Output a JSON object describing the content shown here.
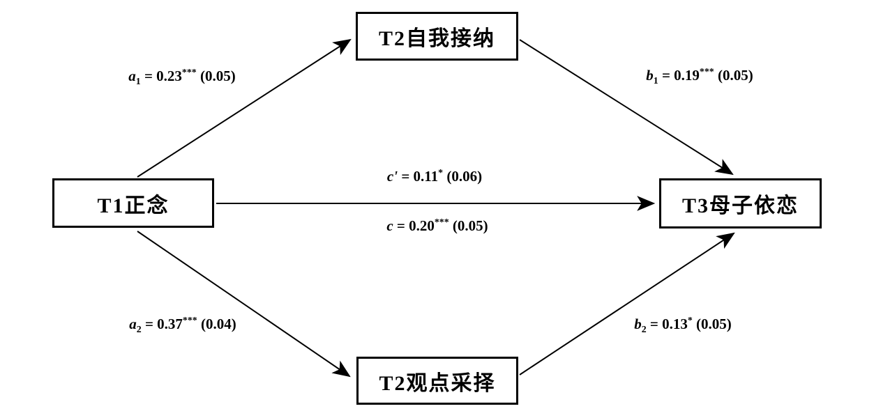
{
  "figure": {
    "type": "mediation-path-diagram",
    "colors": {
      "background": "#ffffff",
      "line": "#000000",
      "text": "#000000",
      "box_border": "#000000"
    },
    "nodes": {
      "predictor": {
        "label": "T1正念"
      },
      "mediator_top": {
        "label": "T2自我接纳"
      },
      "mediator_bottom": {
        "label": "T2观点采择"
      },
      "outcome": {
        "label": "T3母子依恋"
      }
    },
    "paths": {
      "a1": {
        "coef": "a",
        "sub": "1",
        "eq": " = 0.23",
        "sig": "***",
        "se": " (0.05)"
      },
      "b1": {
        "coef": "b",
        "sub": "1",
        "eq": " = 0.19",
        "sig": "***",
        "se": " (0.05)"
      },
      "c_prime": {
        "coef": "c'",
        "sub": "",
        "eq": " = 0.11",
        "sig": "*",
        "se": " (0.06)"
      },
      "c": {
        "coef": "c",
        "sub": "",
        "eq": " = 0.20",
        "sig": "***",
        "se": " (0.05)"
      },
      "a2": {
        "coef": "a",
        "sub": "2",
        "eq": " = 0.37",
        "sig": "***",
        "se": " (0.04)"
      },
      "b2": {
        "coef": "b",
        "sub": "2",
        "eq": " = 0.13",
        "sig": "*",
        "se": " (0.05)"
      }
    }
  }
}
